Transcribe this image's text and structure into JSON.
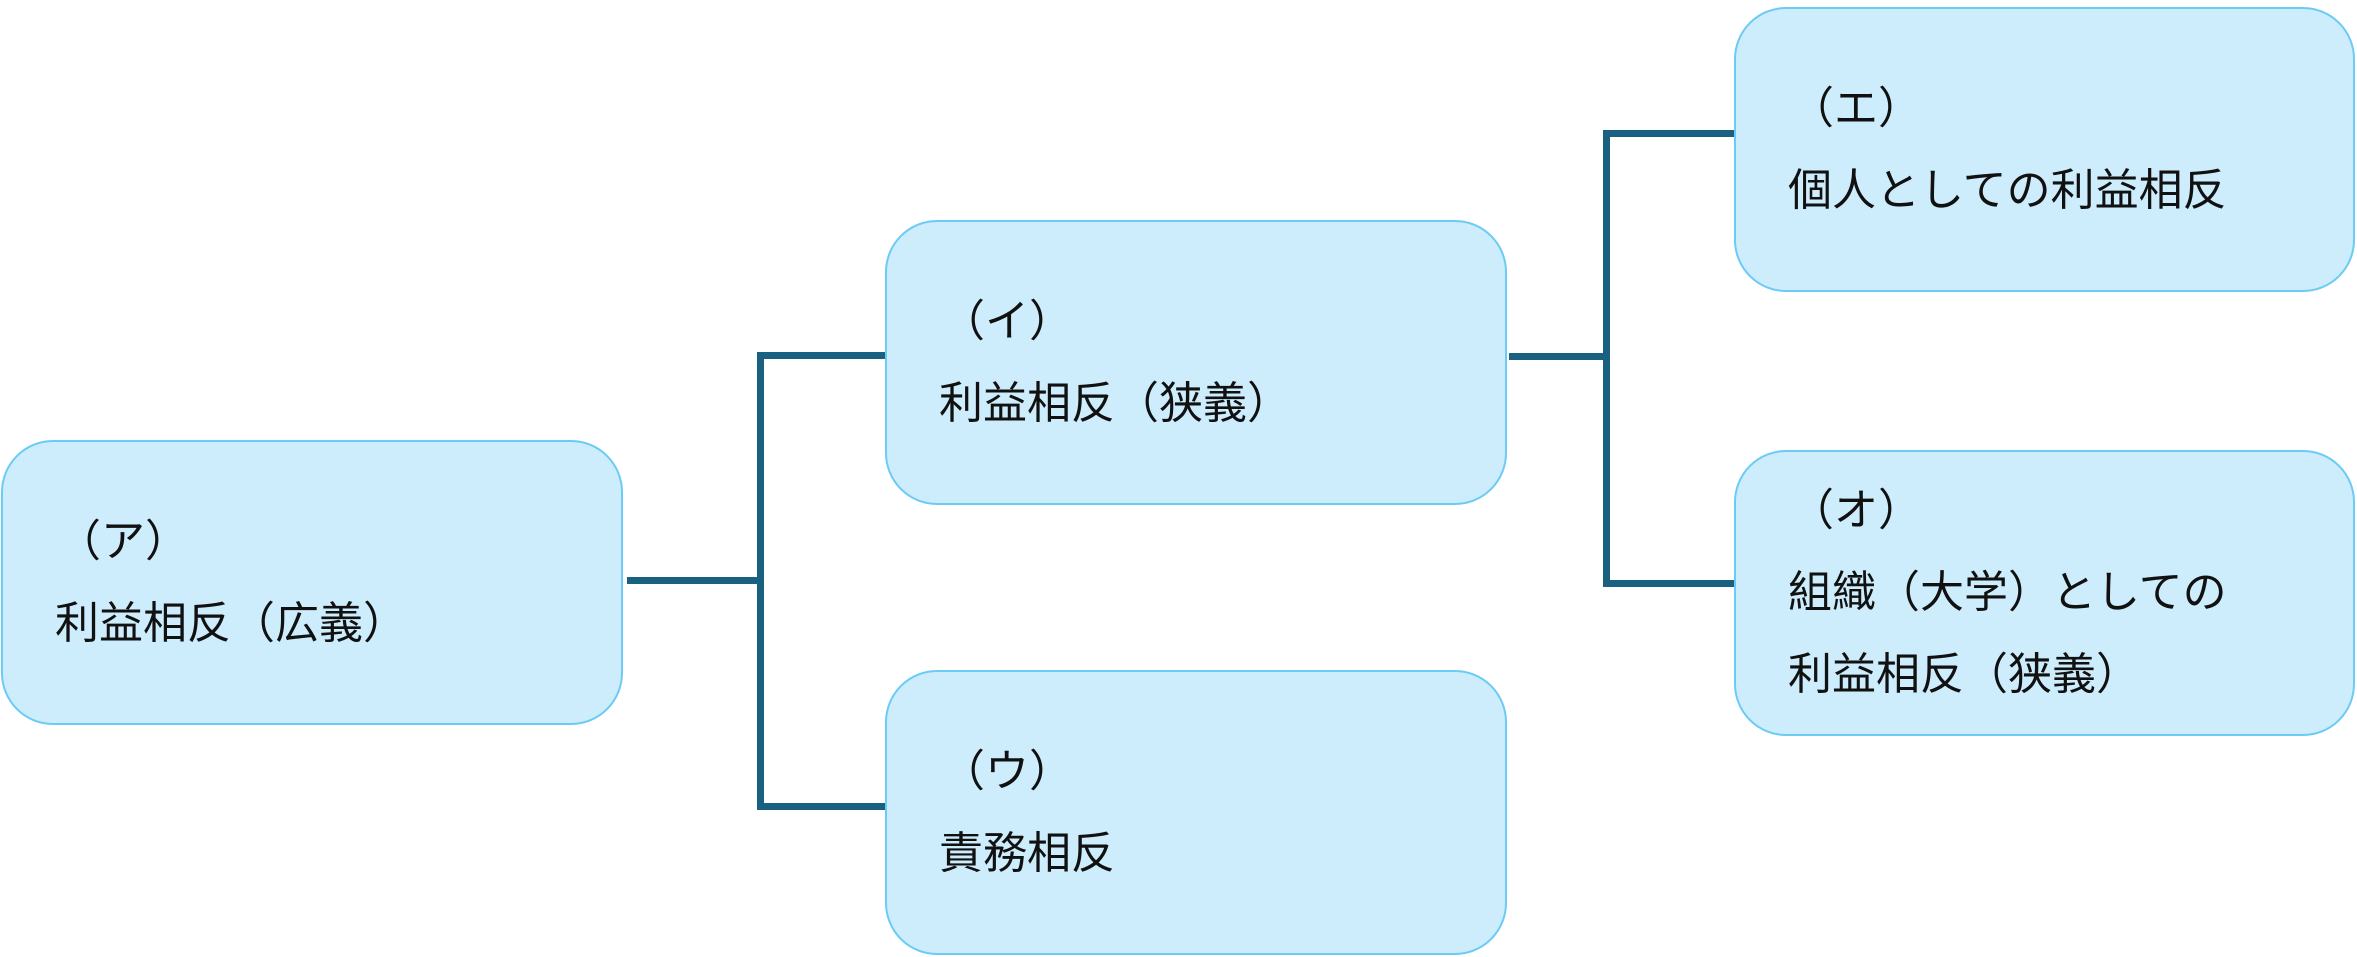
{
  "diagram": {
    "type": "tree",
    "colors": {
      "node_fill": "#cdedfd",
      "node_border": "#6ccbf5",
      "connector": "#1a6080",
      "text": "#111111"
    },
    "nodes": {
      "a": {
        "label": "（ア）",
        "lines": [
          "利益相反（広義）"
        ]
      },
      "i": {
        "label": "（イ）",
        "lines": [
          "利益相反（狭義）"
        ]
      },
      "u": {
        "label": "（ウ）",
        "lines": [
          "責務相反"
        ]
      },
      "e": {
        "label": "（エ）",
        "lines": [
          "個人としての利益相反"
        ]
      },
      "o": {
        "label": "（オ）",
        "lines": [
          "組織（大学）としての",
          "利益相反（狭義）"
        ]
      }
    },
    "edges": [
      {
        "from": "a",
        "to": "i"
      },
      {
        "from": "a",
        "to": "u"
      },
      {
        "from": "i",
        "to": "e"
      },
      {
        "from": "i",
        "to": "o"
      }
    ]
  }
}
